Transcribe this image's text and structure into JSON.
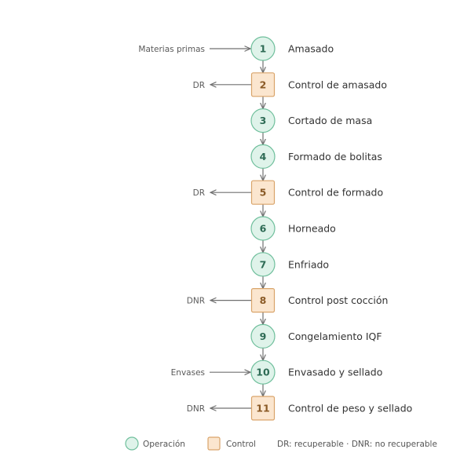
{
  "steps": [
    {
      "number": "1",
      "type": "operation",
      "label": "Amasado",
      "side": {
        "direction": "in",
        "text": "Materias primas"
      }
    },
    {
      "number": "2",
      "type": "control",
      "label": "Control de amasado",
      "side": {
        "direction": "out",
        "text": "DR"
      }
    },
    {
      "number": "3",
      "type": "operation",
      "label": "Cortado de masa",
      "side": null
    },
    {
      "number": "4",
      "type": "operation",
      "label": "Formado de bolitas",
      "side": null
    },
    {
      "number": "5",
      "type": "control",
      "label": "Control de formado",
      "side": {
        "direction": "out",
        "text": "DR"
      }
    },
    {
      "number": "6",
      "type": "operation",
      "label": "Horneado",
      "side": null
    },
    {
      "number": "7",
      "type": "operation",
      "label": "Enfriado",
      "side": null
    },
    {
      "number": "8",
      "type": "control",
      "label": "Control post cocción",
      "side": {
        "direction": "out",
        "text": "DNR"
      }
    },
    {
      "number": "9",
      "type": "operation",
      "label": "Congelamiento IQF",
      "side": null
    },
    {
      "number": "10",
      "type": "operation",
      "label": "Envasado y sellado",
      "side": {
        "direction": "in",
        "text": "Envases"
      }
    },
    {
      "number": "11",
      "type": "control",
      "label": "Control de peso y sellado",
      "side": {
        "direction": "out",
        "text": "DNR"
      }
    }
  ],
  "legend": {
    "operation_label": "Operación",
    "control_label": "Control",
    "note": "DR: recuperable · DNR: no recuperable"
  },
  "colors": {
    "operation_fill": "#dff3ea",
    "operation_stroke": "#6fbf9c",
    "operation_text": "#2e6b55",
    "control_fill": "#fbe6cf",
    "control_stroke": "#d9a46a",
    "control_text": "#8a5a26",
    "connector": "#707070"
  }
}
